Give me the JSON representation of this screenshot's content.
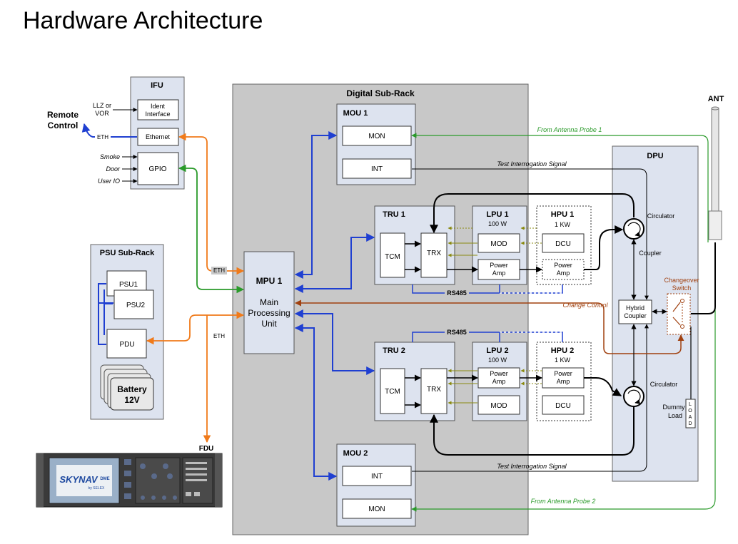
{
  "title": "Hardware Architecture",
  "ifu": {
    "title": "IFU",
    "ident": [
      "Ident",
      "Interface"
    ],
    "ethernet": "Ethernet",
    "gpio": "GPIO",
    "llz": [
      "LLZ or",
      "VOR"
    ],
    "remote": [
      "Remote",
      "Control"
    ],
    "eth_small": "ETH",
    "inputs": [
      "Smoke",
      "Door",
      "User IO"
    ]
  },
  "psu": {
    "title": "PSU Sub-Rack",
    "psu1": "PSU1",
    "psu2": "PSU2",
    "pdu": "PDU",
    "battery": [
      "Battery",
      "12V"
    ]
  },
  "fdu": {
    "label": "FDU",
    "logo": "SKYNAV",
    "logo_sub": "DME",
    "logo_small": "by SELEX"
  },
  "digital": {
    "title": "Digital Sub-Rack",
    "mpu": [
      "MPU 1",
      "Main",
      "Processing",
      "Unit"
    ],
    "eth1": "ETH",
    "eth2": "ETH",
    "mou1": {
      "title": "MOU 1",
      "mon": "MON",
      "int": "INT"
    },
    "mou2": {
      "title": "MOU 2",
      "int": "INT",
      "mon": "MON"
    },
    "tru1": {
      "title": "TRU 1",
      "tcm": "TCM",
      "trx": "TRX"
    },
    "tru2": {
      "title": "TRU 2",
      "tcm": "TCM",
      "trx": "TRX"
    },
    "lpu1": {
      "title": "LPU 1",
      "power": "100 W",
      "mod": "MOD",
      "amp": [
        "Power",
        "Amp"
      ]
    },
    "lpu2": {
      "title": "LPU 2",
      "power": "100 W",
      "mod": "MOD",
      "amp": [
        "Power",
        "Amp"
      ]
    },
    "rs485": "RS485"
  },
  "hpu1": {
    "title": "HPU 1",
    "power": "1 KW",
    "dcu": "DCU",
    "amp": [
      "Power",
      "Amp"
    ]
  },
  "hpu2": {
    "title": "HPU 2",
    "power": "1 KW",
    "dcu": "DCU",
    "amp": [
      "Power",
      "Amp"
    ]
  },
  "dpu": {
    "title": "DPU",
    "circulator": "Circulator",
    "coupler": "Coupler",
    "hybrid": [
      "Hybrid",
      "Coupler"
    ],
    "changeover": [
      "Changeover",
      "Switch"
    ],
    "dummy": [
      "Dummy",
      "Load"
    ],
    "load_letters": [
      "L",
      "O",
      "A",
      "D"
    ]
  },
  "ant": "ANT",
  "signals": {
    "probe1": "From Antenna Probe 1",
    "probe2": "From Antenna Probe 2",
    "test1": "Test Interrogation Signal",
    "test2": "Test Interrogation Signal",
    "change": "Change Control"
  },
  "colors": {
    "blue": "#1f3fd1",
    "orange": "#f07a1a",
    "green": "#2a9a2a",
    "brown": "#a0400f",
    "olive": "#8a8a10",
    "rack": "#c8c8c8",
    "unit": "#dde3ef"
  }
}
